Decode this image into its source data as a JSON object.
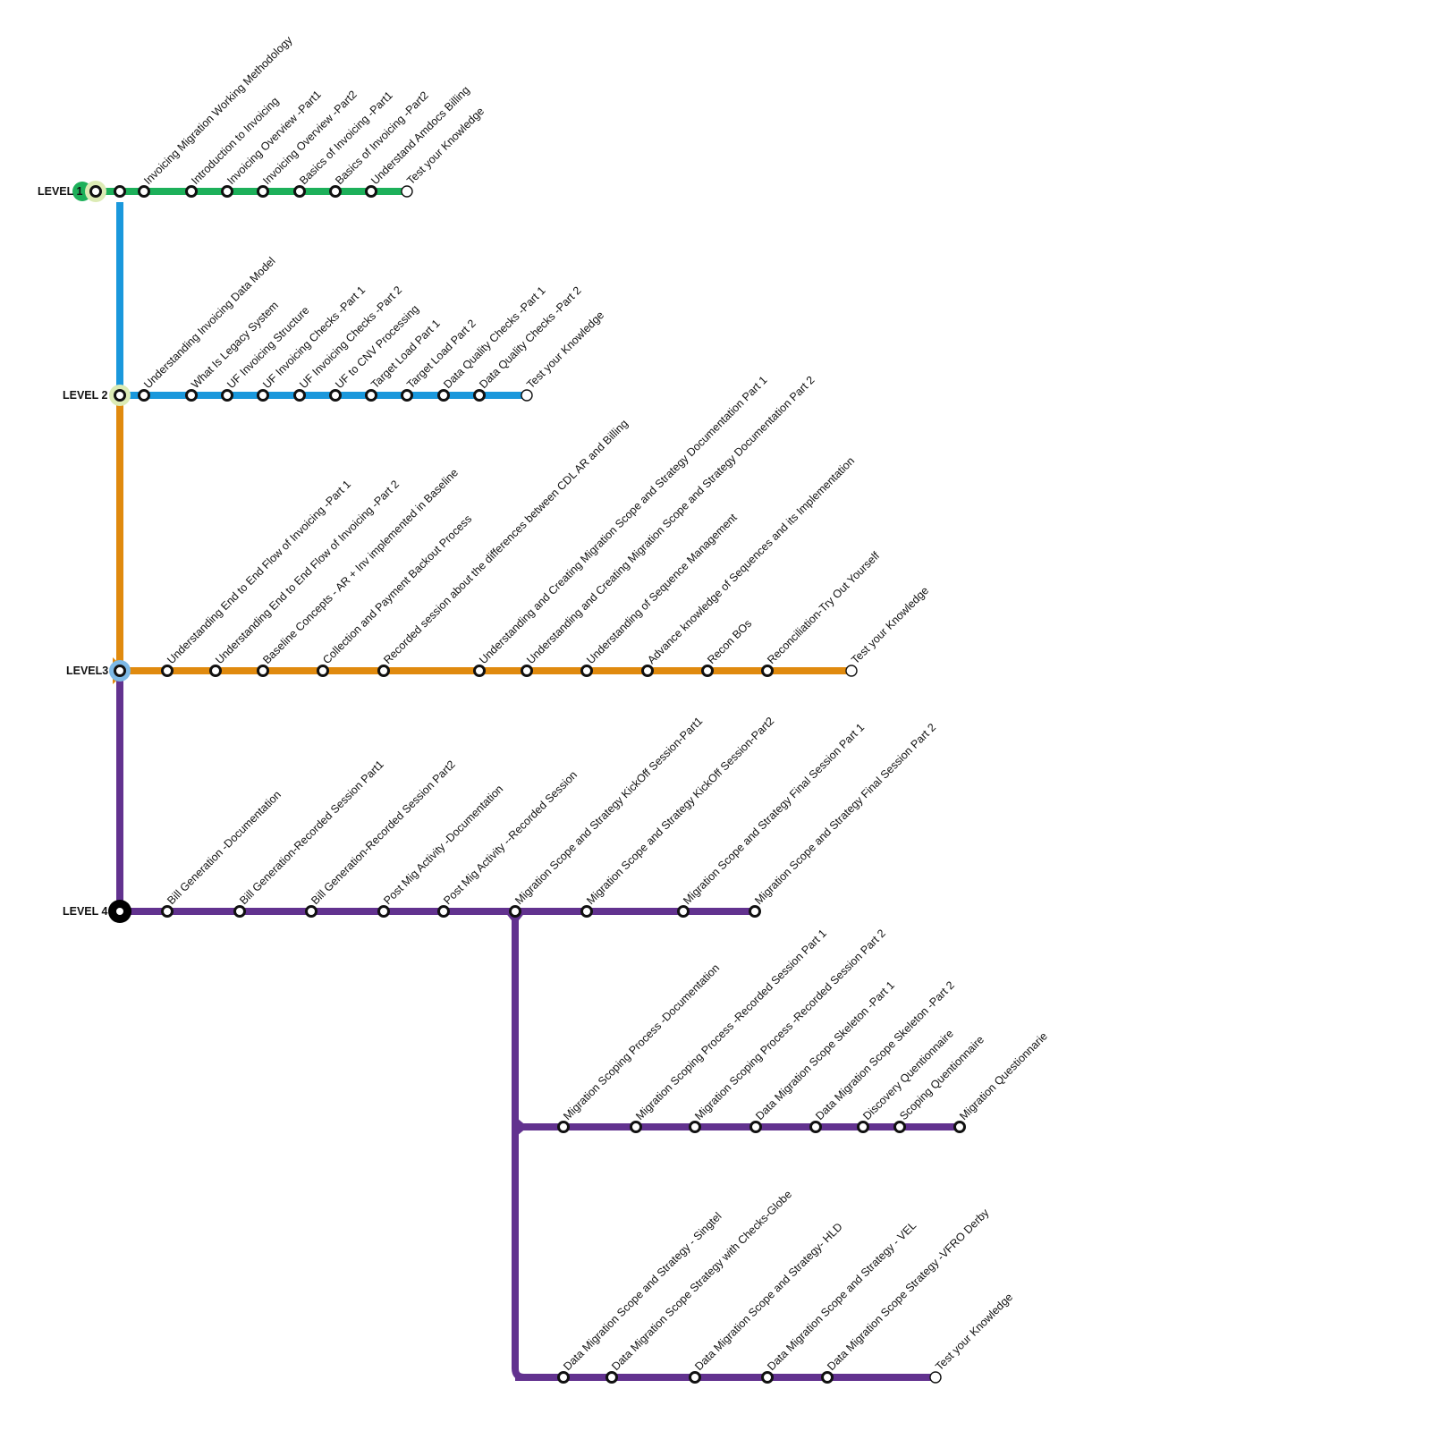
{
  "colors": {
    "level1": "#1DB05A",
    "level2": "#1A98DC",
    "level3": "#E08A0E",
    "level4": "#62328F",
    "interchange_light": "#DCEBB5",
    "interchange_blue": "#7DB9E6",
    "station_fill": "#ffffff",
    "station_stroke": "#111111"
  },
  "levels": [
    {
      "label": "LEVEL 1",
      "color": "level1",
      "stations": [
        "Invoicing Migration Working Methodology",
        "Introduction to Invoicing",
        "Invoicing Overview -Part1",
        "Invoicing Overview -Part2",
        "Basics of Invoicing -Part1",
        "Basics of Invoicing -Part2",
        "Understand Amdocs Billing",
        "Test your Knowledge"
      ]
    },
    {
      "label": "LEVEL 2",
      "color": "level2",
      "stations": [
        "Understanding Invoicing Data Model",
        "What Is Legacy System",
        "UF Invoicing Structure",
        "UF Invoicing Checks -Part 1",
        "UF Invoicing Checks -Part 2",
        "UF to CNV Processing",
        "Target Load Part 1",
        "Target Load Part 2",
        "Data Quality Checks -Part 1",
        "Data Quality Checks -Part 2",
        "Test your Knowledge"
      ]
    },
    {
      "label": "LEVEL3",
      "color": "level3",
      "stations": [
        "Understanding End to End Flow of Invoicing -Part 1",
        "Understanding End to End Flow of Invoicing -Part 2",
        "Baseline Concepts - AR + Inv implemented in Baseline",
        "Collection and Payment Backout Process",
        "Recorded session about the differences between CDL AR and Billing",
        "Understanding and Creating Migration Scope and Strategy Documentation Part 1",
        "Understanding and Creating Migration Scope and Strategy Documentation Part 2",
        "Understanding of Sequence Management",
        "Advance knowledge of Sequences and its Implementation",
        "Recon BOs",
        "Reconciliation-Try Out Yourself",
        "Test your Knowledge"
      ]
    },
    {
      "label": "LEVEL 4",
      "color": "level4",
      "stations": [
        "Bill Generation -Documentation",
        "Bill Generation-Recorded Session Part1",
        "Bill Generation-Recorded Session Part2",
        "Post Mig Activity -Documentation",
        "Post Mig Activity --Recorded Session",
        "Migration Scope and Strategy KickOff Session-Part1",
        "Migration Scope and Strategy KickOff Session-Part2",
        "Migration Scope and Strategy Final Session Part 1",
        "Migration Scope and Strategy  Final Session Part 2"
      ]
    },
    {
      "label": "",
      "color": "level4",
      "stations": [
        "Migration Scoping Process -Documentation",
        "Migration Scoping Process -Recorded Session Part 1",
        "Migration Scoping Process -Recorded Session Part 2",
        "Data Migration Scope Skeleton -Part 1",
        "Data Migration Scope Skeleton -Part 2",
        "Discovery Quentionnaire",
        "Scoping Quentionnaire",
        "Migration Questionnarie"
      ]
    },
    {
      "label": "",
      "color": "level4",
      "stations": [
        "Data Migration Scope and Strategy - Singtel",
        "Data Migration Scope Strategy with Checks-Globe",
        "Data Migration Scope and Strategy- HLD",
        "Data Migration Scope and Strategy - VEL",
        "Data Migration Scope Strategy -VFRO Derby",
        "Test your Knowledge"
      ]
    }
  ]
}
